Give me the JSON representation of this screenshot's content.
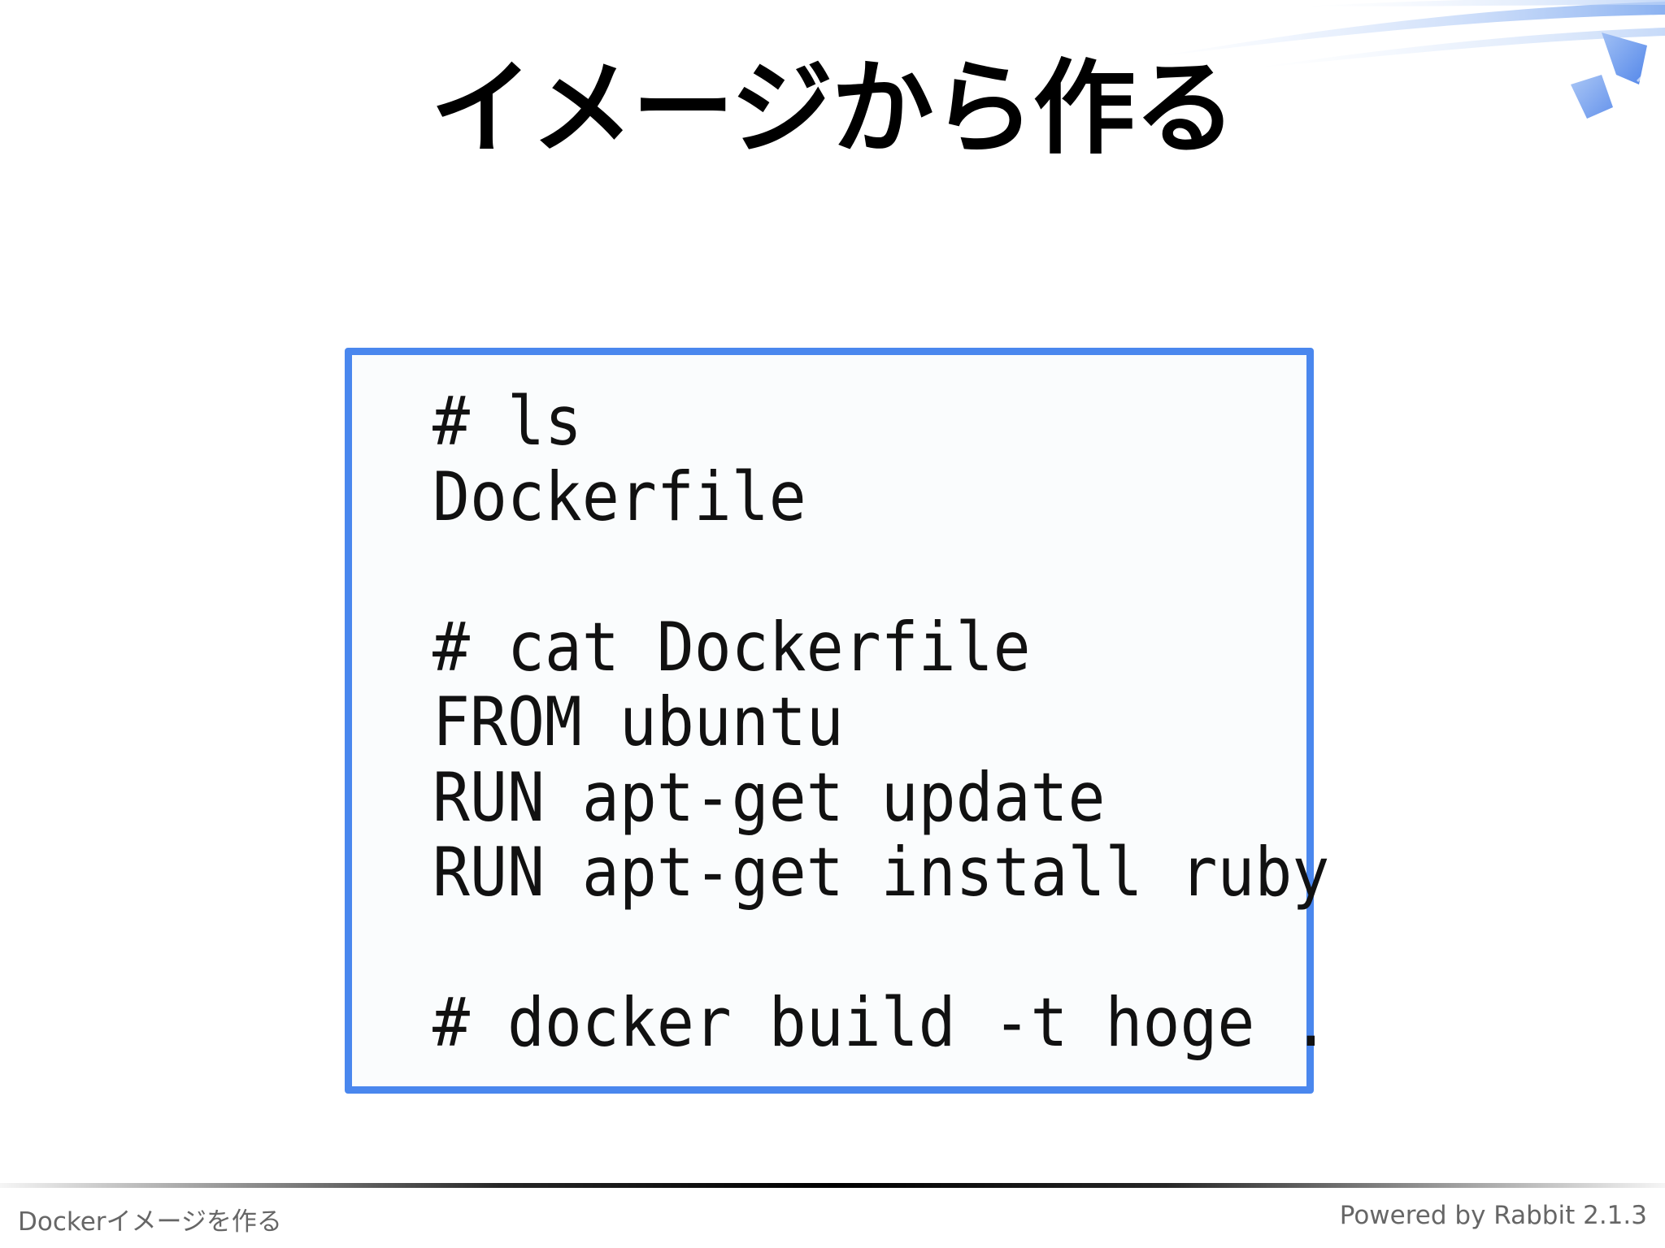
{
  "slide": {
    "title": "イメージから作る",
    "code_lines": [
      "# ls",
      "Dockerfile",
      "",
      "# cat Dockerfile",
      "FROM ubuntu",
      "RUN apt-get update",
      "RUN apt-get install ruby",
      "",
      "# docker build -t hoge ."
    ]
  },
  "footer": {
    "presentation_title": "Dockerイメージを作る",
    "powered_by": "Powered by Rabbit 2.1.3"
  },
  "colors": {
    "code_border": "#4a87ee",
    "code_background": "#fafcfd",
    "footer_text": "#666666",
    "title_text": "#000000"
  },
  "icons": {
    "decoration": "blue-swoosh",
    "logo": "rabbit-logo-icon"
  }
}
